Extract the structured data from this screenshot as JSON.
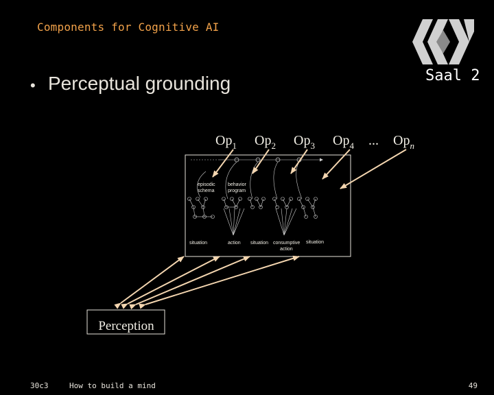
{
  "slide": {
    "title": "Components for Cognitive AI",
    "bullet": "Perceptual grounding",
    "room": "Saal 2"
  },
  "diagram": {
    "ops": [
      {
        "base": "Op",
        "sub": "1"
      },
      {
        "base": "Op",
        "sub": "2"
      },
      {
        "base": "Op",
        "sub": "3"
      },
      {
        "base": "Op",
        "sub": "4"
      },
      {
        "base": "...",
        "sub": ""
      },
      {
        "base": "Op",
        "sub": "n"
      }
    ],
    "inner_labels": {
      "episodic1": "episodic",
      "episodic2": "schema",
      "behavior1": "behavior",
      "behavior2": "program",
      "situation_left": "situation",
      "action": "action",
      "situation_mid": "situation",
      "consumptive1": "consumptive",
      "consumptive2": "action",
      "situation_right": "situation"
    },
    "perception": "Perception"
  },
  "footer": {
    "event": "30c3",
    "talk": "How to build a mind",
    "page": "49"
  },
  "colors": {
    "title": "#f2a24a",
    "arrow": "#f4d6b0",
    "background": "#000000"
  }
}
